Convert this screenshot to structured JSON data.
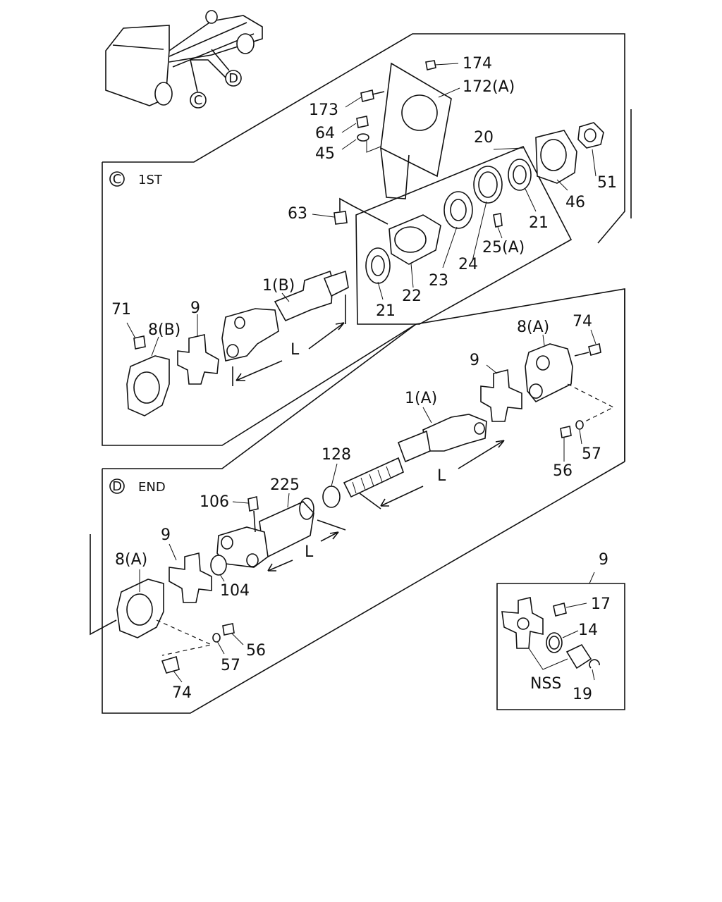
{
  "truck_markers": {
    "c": "C",
    "d": "D"
  },
  "sections": {
    "first": {
      "marker": "C",
      "title": "1ST"
    },
    "end": {
      "marker": "D",
      "title": "END"
    }
  },
  "labels": {
    "n174": "174",
    "n172a": "172(A)",
    "n173": "173",
    "n64": "64",
    "n45": "45",
    "n20": "20",
    "n51": "51",
    "n46": "46",
    "n63": "63",
    "n21_top": "21",
    "n25a": "25(A)",
    "n24": "24",
    "n23": "23",
    "n22": "22",
    "n21_bot": "21",
    "n1b": "1(B)",
    "n71": "71",
    "n9_1st": "9",
    "n8b": "8(B)",
    "L_1st": "L",
    "n8a_1st": "8(A)",
    "n74_1st": "74",
    "n9_1st_right": "9",
    "n1a": "1(A)",
    "L_end_long": "L",
    "n128": "128",
    "n56_1st": "56",
    "n57_1st": "57",
    "n225": "225",
    "n106": "106",
    "n9_end": "9",
    "n8a_end": "8(A)",
    "n104": "104",
    "L_end_short": "L",
    "n57_end": "57",
    "n56_end": "56",
    "n74_end": "74",
    "detail_title": "9",
    "n17": "17",
    "n14": "14",
    "nss": "NSS",
    "n19": "19"
  }
}
